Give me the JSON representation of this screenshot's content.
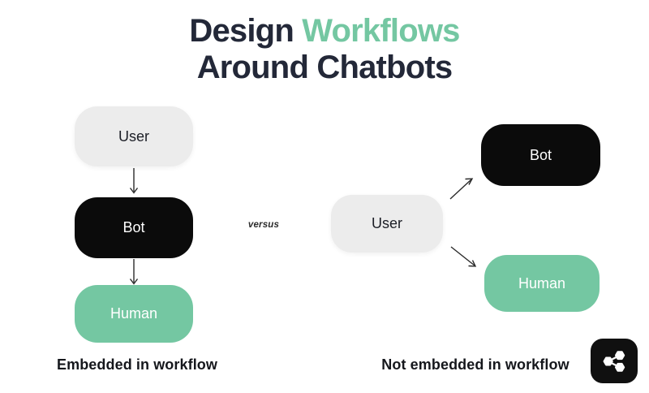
{
  "title": {
    "word1": "Design",
    "word2": "Workflows",
    "line2": "Around Chatbots"
  },
  "comparison": {
    "label": "versus"
  },
  "left_flow": {
    "nodes": [
      {
        "label": "User",
        "style": "gray"
      },
      {
        "label": "Bot",
        "style": "black"
      },
      {
        "label": "Human",
        "style": "green"
      }
    ],
    "caption": "Embedded in workflow"
  },
  "right_flow": {
    "source": {
      "label": "User",
      "style": "gray"
    },
    "targets": [
      {
        "label": "Bot",
        "style": "black"
      },
      {
        "label": "Human",
        "style": "green"
      }
    ],
    "caption": "Not embedded in workflow"
  },
  "icons": {
    "share": "share-network-icon"
  },
  "colors": {
    "accent_green": "#74c7a2",
    "ink_dark": "#232838",
    "node_gray": "#ececec",
    "node_black": "#0b0b0b",
    "node_text_light": "#ffffff",
    "share_button_bg": "#101010",
    "arrow": "#2a2a2a",
    "background": "#ffffff"
  }
}
